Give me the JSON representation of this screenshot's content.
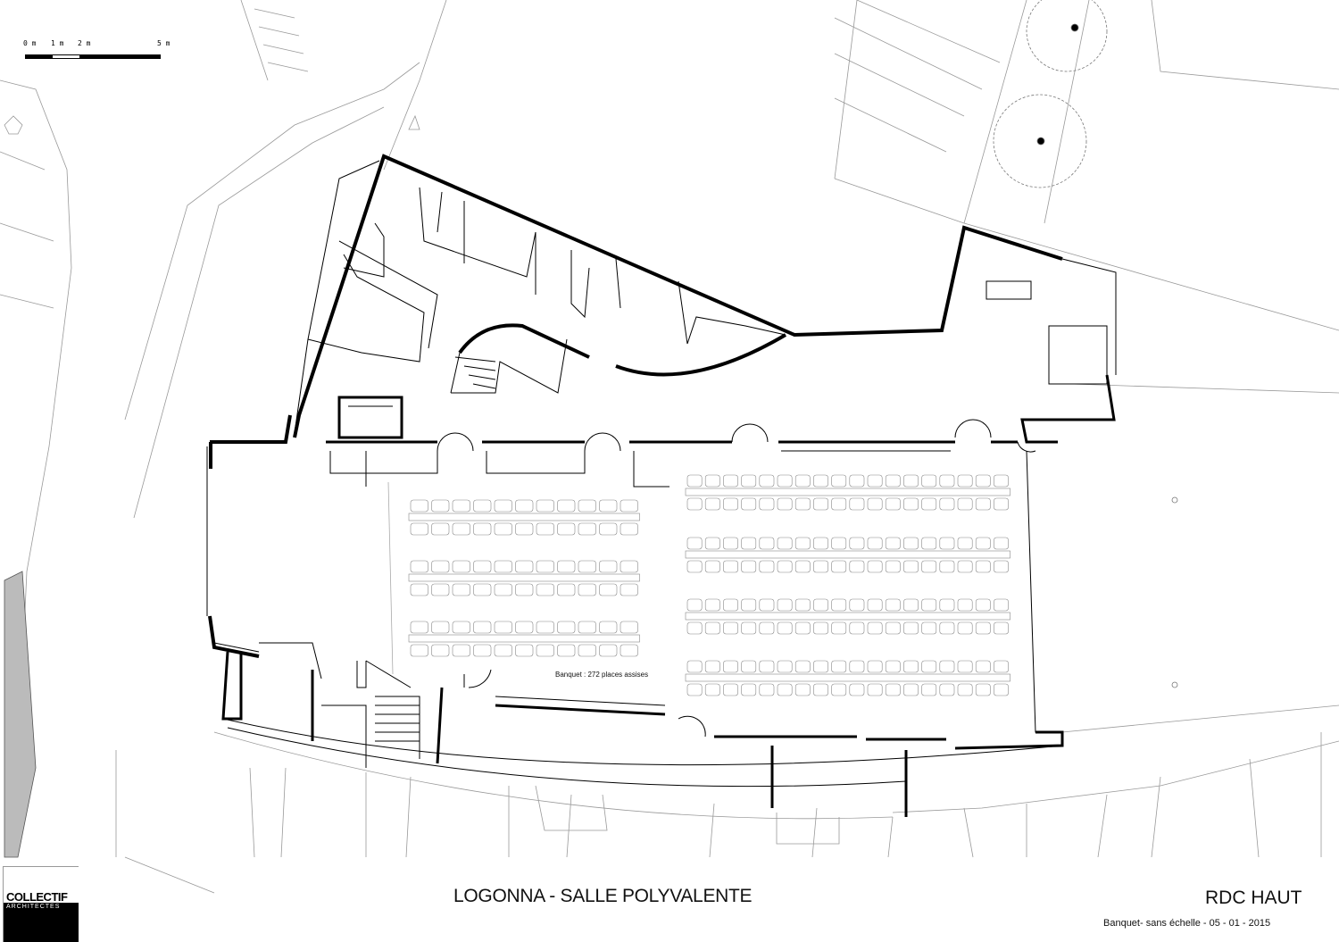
{
  "title_block": {
    "project": "LOGONNA - SALLE POLYVALENTE",
    "level": "RDC HAUT",
    "subtitle": "Banquet- sans échelle - 05 - 01 - 2015",
    "logo_line1": "COLLECTIF",
    "logo_line2": "ARCHITECTES"
  },
  "scale_bar": {
    "labels": [
      "0 m",
      "1 m",
      "2 m",
      "5 m"
    ]
  },
  "plan": {
    "caption": "Banquet : 272 places assises",
    "seating_blocks": [
      {
        "name": "left",
        "tables": 3,
        "chairs_per_side": 11
      },
      {
        "name": "right",
        "tables": 4,
        "chairs_per_side": 18
      }
    ]
  }
}
